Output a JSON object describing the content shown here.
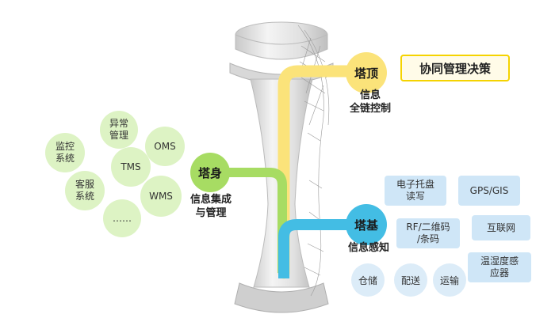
{
  "top": {
    "node": "塔顶",
    "decision": "协同管理决策",
    "caption": [
      "信息",
      "全链控制"
    ]
  },
  "middle": {
    "node": "塔身",
    "caption": [
      "信息集成",
      "与管理"
    ],
    "systems": [
      {
        "lines": [
          "异常",
          "管理"
        ]
      },
      {
        "lines": [
          "OMS"
        ]
      },
      {
        "lines": [
          "监控",
          "系统"
        ]
      },
      {
        "lines": [
          "TMS"
        ]
      },
      {
        "lines": [
          "客服",
          "系统"
        ]
      },
      {
        "lines": [
          "WMS"
        ]
      },
      {
        "lines": [
          "……"
        ]
      }
    ]
  },
  "base": {
    "node": "塔基",
    "caption": "信息感知",
    "boxes": [
      {
        "lines": [
          "电子托盘",
          "读写"
        ]
      },
      {
        "lines": [
          "GPS/GIS"
        ]
      },
      {
        "lines": [
          "RF/二维码",
          "/条码"
        ]
      },
      {
        "lines": [
          "互联网"
        ]
      },
      {
        "lines": [
          "温湿度感",
          "应器"
        ]
      }
    ],
    "circles": [
      "仓储",
      "配送",
      "运输"
    ]
  },
  "colors": {
    "yellow": "#fbe37a",
    "green": "#a7dc63",
    "blue": "#43bde4",
    "box": "#cfe6f7",
    "circle": "#ddf3c4"
  }
}
